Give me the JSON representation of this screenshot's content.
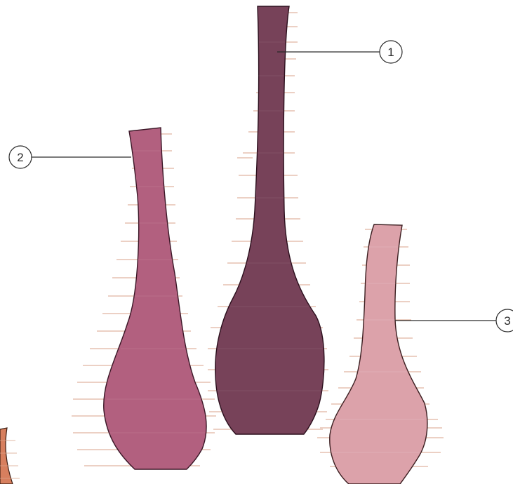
{
  "callouts": [
    {
      "id": "vase-1",
      "label": "1",
      "color": "#774259"
    },
    {
      "id": "vase-2",
      "label": "2",
      "color": "#b2607f"
    },
    {
      "id": "vase-3",
      "label": "3",
      "color": "#dca2aa"
    }
  ],
  "partial_vase_color": "#d77f5e",
  "guide_line_color": "#d9a088"
}
